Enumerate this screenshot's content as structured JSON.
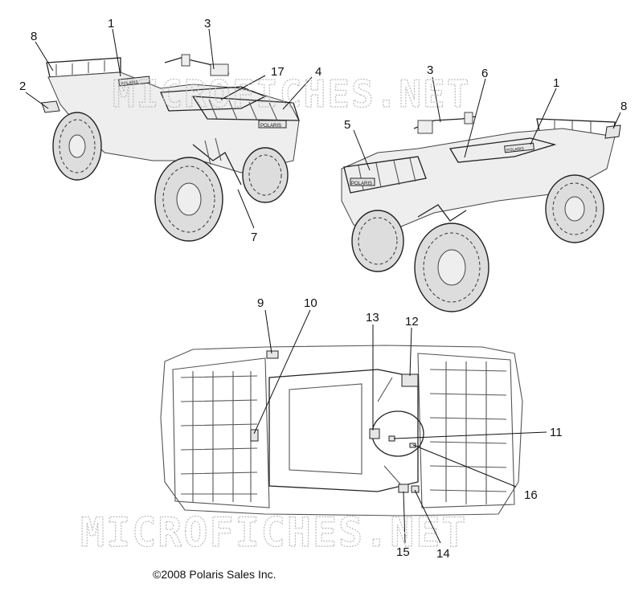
{
  "callouts": {
    "left_atv": [
      "1",
      "2",
      "3",
      "4",
      "7",
      "8",
      "17"
    ],
    "right_atv": [
      "1",
      "3",
      "5",
      "6",
      "8"
    ],
    "top_view": [
      "9",
      "10",
      "11",
      "12",
      "13",
      "14",
      "15",
      "16"
    ]
  },
  "watermark": "MICROFICHES.NET",
  "copyright": "©2008 Polaris Sales Inc.",
  "decal_text": "POLARIS"
}
